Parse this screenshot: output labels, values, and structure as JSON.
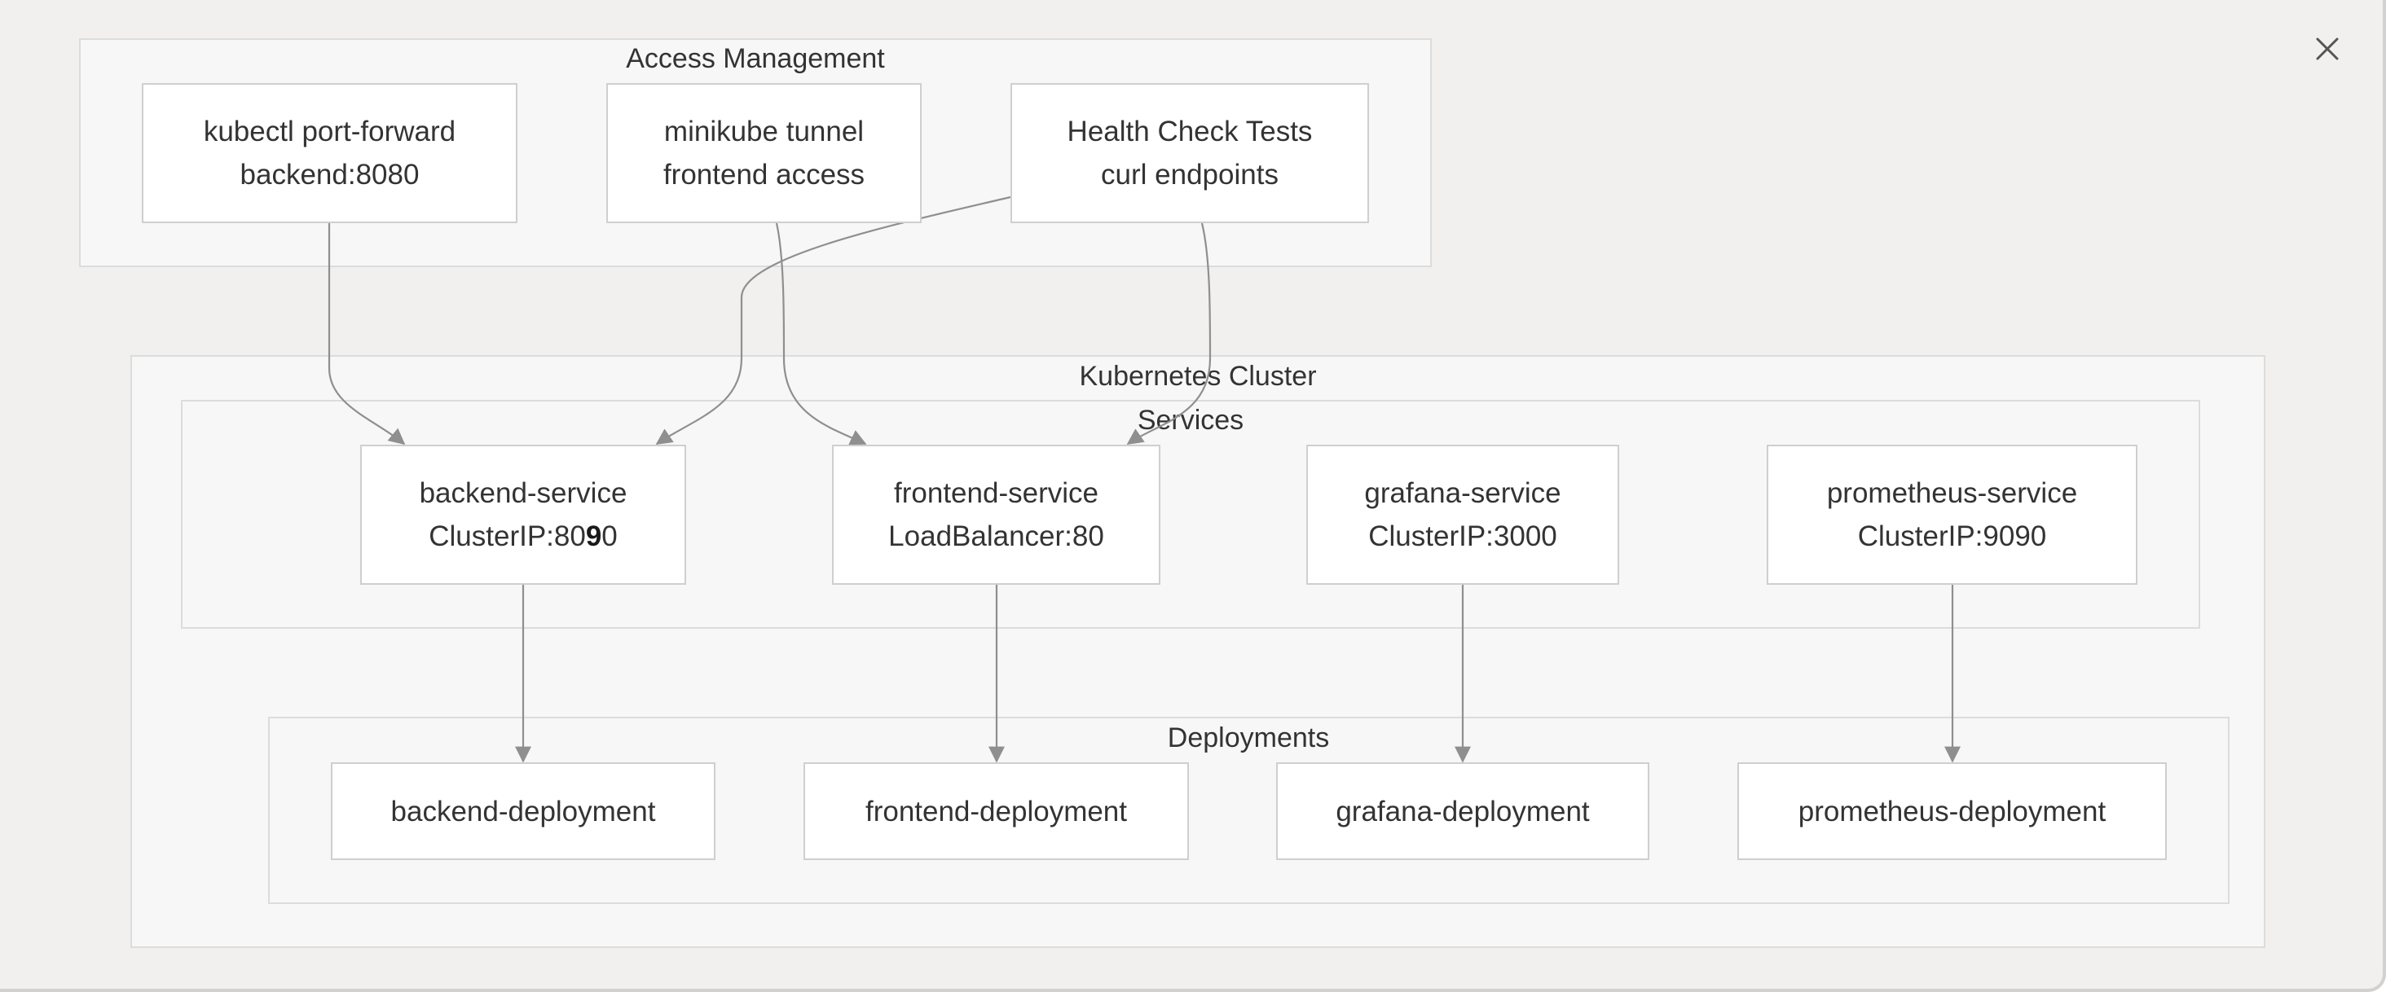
{
  "groups": {
    "access": "Access Management",
    "cluster": "Kubernetes Cluster",
    "services": "Services",
    "deployments": "Deployments"
  },
  "nodes": {
    "kubectl": {
      "line1": "kubectl port-forward",
      "line2": "backend:8080"
    },
    "minikube": {
      "line1": "minikube tunnel",
      "line2": "frontend access"
    },
    "health": {
      "line1": "Health Check Tests",
      "line2": "curl endpoints"
    },
    "backend_service": {
      "line1": "backend-service",
      "line2_a": "ClusterIP:80",
      "line2_b": "9",
      "line2_c": "0"
    },
    "frontend_service": {
      "line1": "frontend-service",
      "line2": "LoadBalancer:80"
    },
    "grafana_service": {
      "line1": "grafana-service",
      "line2": "ClusterIP:3000"
    },
    "prometheus_service": {
      "line1": "prometheus-service",
      "line2": "ClusterIP:9090"
    },
    "backend_deployment": "backend-deployment",
    "frontend_deployment": "frontend-deployment",
    "grafana_deployment": "grafana-deployment",
    "prometheus_deployment": "prometheus-deployment"
  },
  "close_icon": "close-icon",
  "colors": {
    "background": "#f1f0ee",
    "group": "#f7f7f7",
    "edge": "#8f8f8f",
    "text": "#333333"
  }
}
